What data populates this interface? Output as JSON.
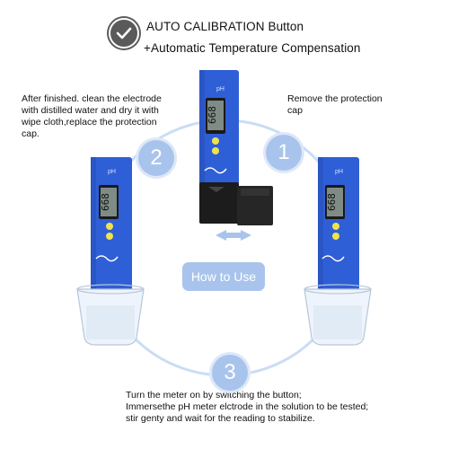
{
  "header": {
    "line1": "AUTO CALIBRATION Button",
    "line2": "+Automatic Temperature Compensation"
  },
  "notes": {
    "left": "After finished. clean the electrode with distilled water and dry it with wipe cloth,replace the protection cap.",
    "right": "Remove the protection cap",
    "bottom_lines": [
      "Turn the meter on by switching the button;",
      "Immersethe pH meter elctrode in the solution to be tested;",
      "stir genty and wait for the reading to stabilize."
    ]
  },
  "center_label": "How to Use",
  "steps": [
    "1",
    "2",
    "3"
  ],
  "meter": {
    "label": "pH",
    "display": "668"
  },
  "colors": {
    "meter_blue": "#2f5fd6",
    "accent_light": "#a9c4ec",
    "circle": "#cbdcf5",
    "check_circle": "#5a5a5a"
  },
  "icons": {
    "header": "check-circle-icon",
    "arrows": "double-arrow-icon"
  }
}
